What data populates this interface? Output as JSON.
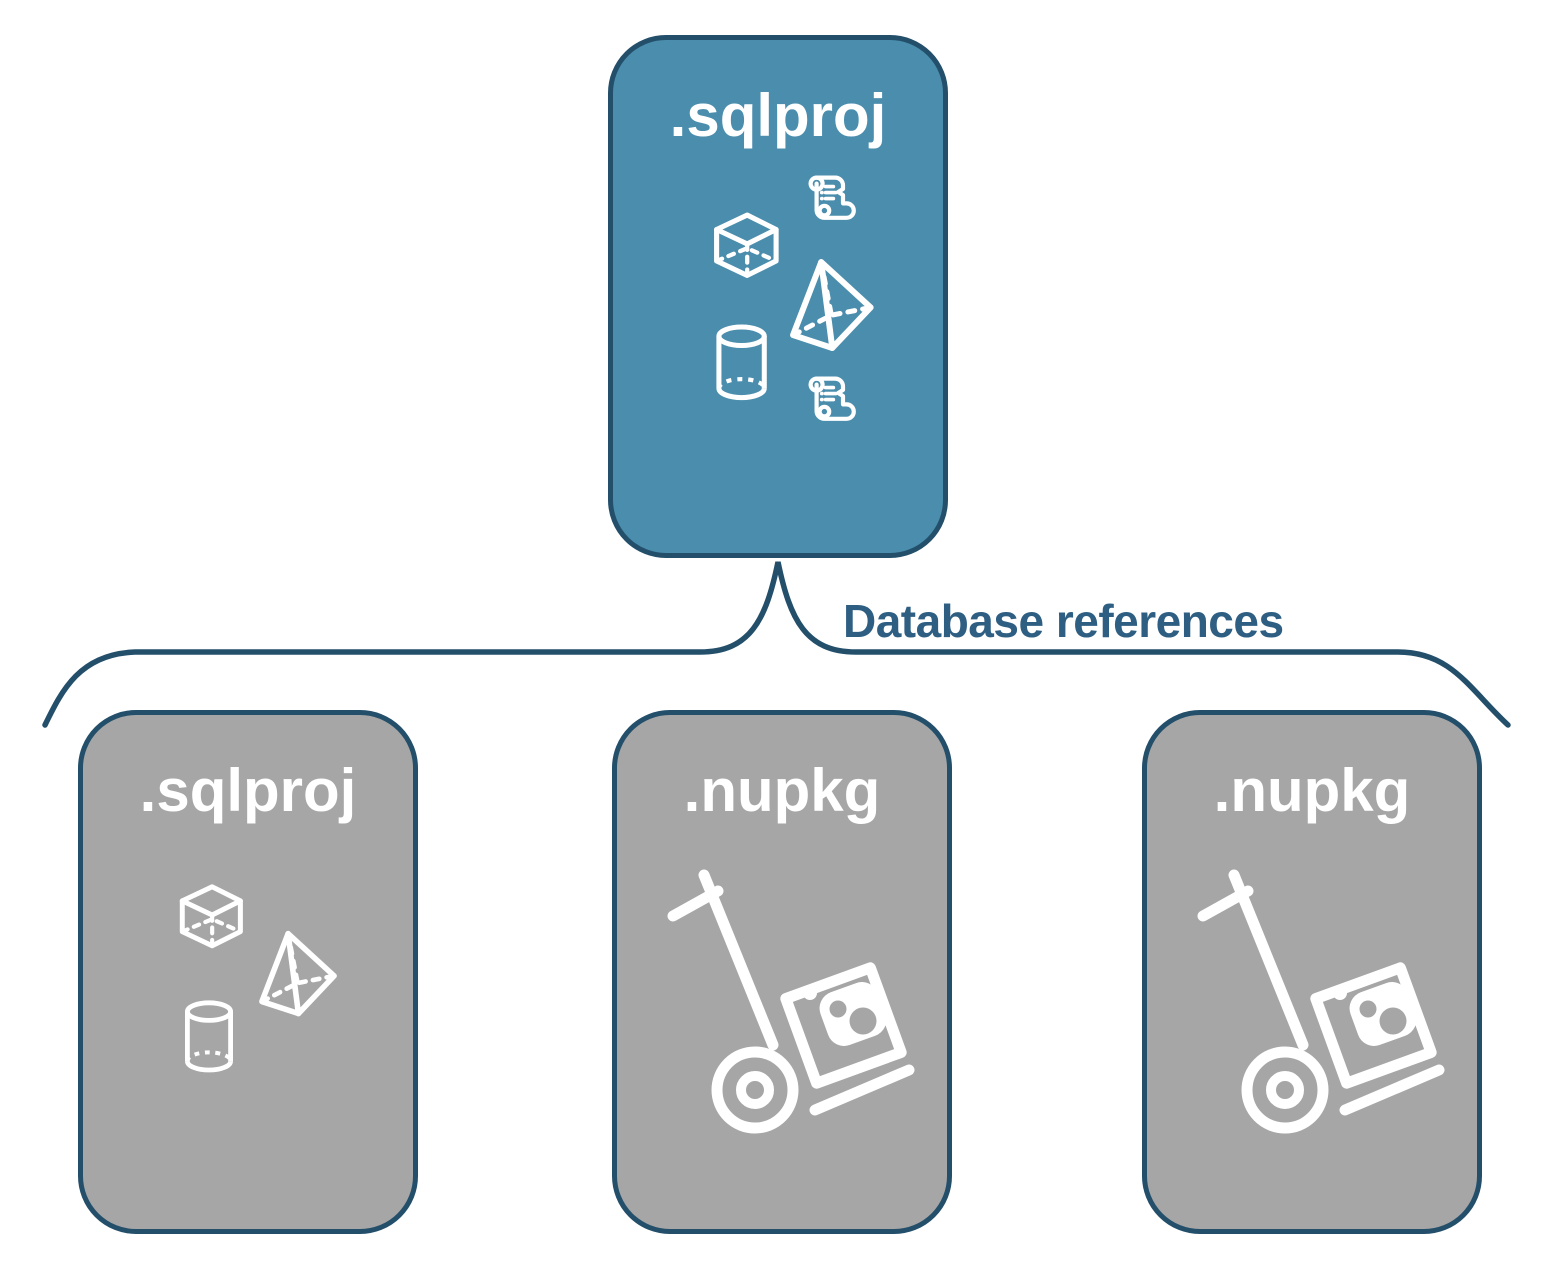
{
  "diagram": {
    "connector_label": "Database references",
    "top_card": {
      "label": ".sqlproj",
      "icons": [
        "script-scroll-icon",
        "cube-icon",
        "pyramid-icon",
        "database-cylinder-icon",
        "script-scroll-icon"
      ]
    },
    "bottom_cards": [
      {
        "label": ".sqlproj",
        "icons": [
          "cube-icon",
          "pyramid-icon",
          "database-cylinder-icon"
        ]
      },
      {
        "label": ".nupkg",
        "icons": [
          "package-dolly-icon"
        ]
      },
      {
        "label": ".nupkg",
        "icons": [
          "package-dolly-icon"
        ]
      }
    ],
    "colors": {
      "accent_fill": "#4a8dad",
      "gray_fill": "#a6a6a6",
      "outline": "#234f6b",
      "label_text": "#2e5f83",
      "icon_stroke": "#ffffff",
      "card_text": "#ffffff"
    }
  }
}
